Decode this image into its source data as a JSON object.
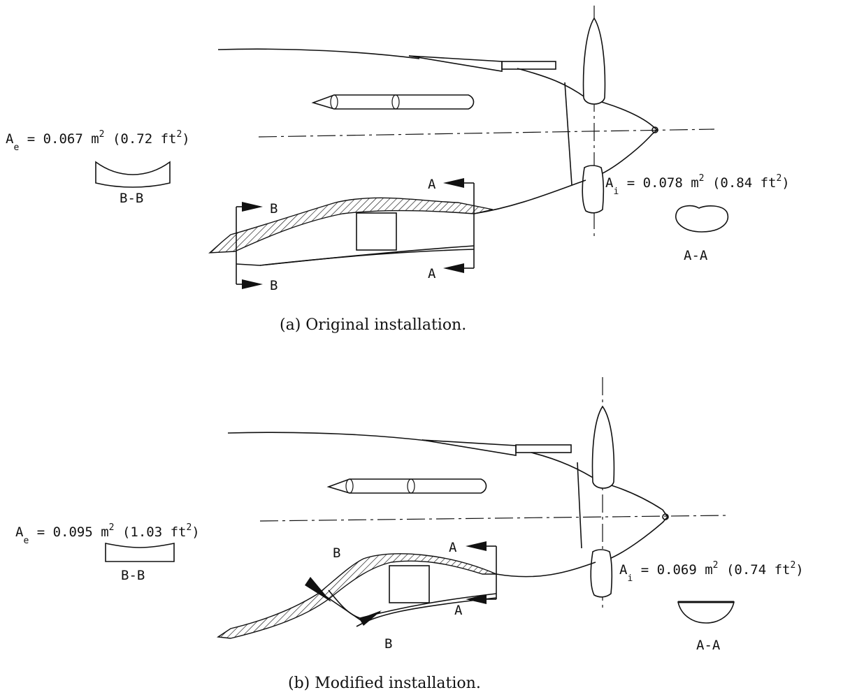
{
  "panel_a": {
    "exit_area": {
      "sym": "A",
      "sub": "e",
      "value": " = 0.067 m",
      "exp": "2",
      "value2": " (0.72 ft",
      "exp2": "2",
      "close": ")"
    },
    "inlet_area": {
      "sym": "A",
      "sub": "i",
      "value": " = 0.078 m",
      "exp": "2",
      "value2": " (0.84 ft",
      "exp2": "2",
      "close": ")"
    },
    "section_bb_label": "B-B",
    "section_aa_label": "A-A",
    "cut_a": "A",
    "cut_b": "B",
    "caption": "(a) Original installation."
  },
  "panel_b": {
    "exit_area": {
      "sym": "A",
      "sub": "e",
      "value": " = 0.095 m",
      "exp": "2",
      "value2": " (1.03 ft",
      "exp2": "2",
      "close": ")"
    },
    "inlet_area": {
      "sym": "A",
      "sub": "i",
      "value": " = 0.069 m",
      "exp": "2",
      "value2": " (0.74 ft",
      "exp2": "2",
      "close": ")"
    },
    "section_bb_label": "B-B",
    "section_aa_label": "A-A",
    "cut_a": "A",
    "cut_b": "B",
    "caption": "(b) Modified installation."
  }
}
